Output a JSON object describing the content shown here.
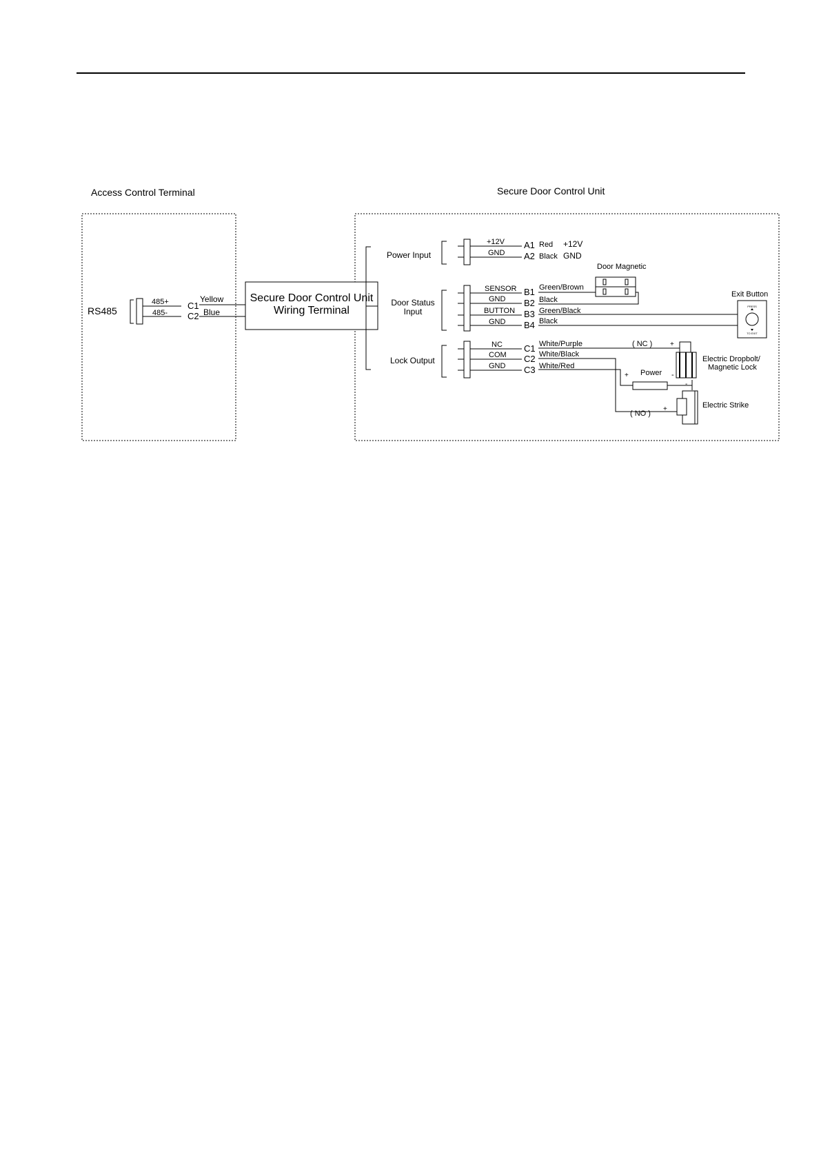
{
  "diagram": {
    "left_panel_title": "Access Control Terminal",
    "right_panel_title": "Secure Door Control Unit",
    "rs485": {
      "label": "RS485",
      "pin_plus": "485+",
      "pin_minus": "485-",
      "term_c1": "C1",
      "term_c2": "C2",
      "wire_c1": "Yellow",
      "wire_c2": "Blue"
    },
    "wiring_terminal": {
      "line1": "Secure Door Control Unit",
      "line2": "Wiring Terminal"
    },
    "power_input": {
      "label": "Power Input",
      "pin1": "+12V",
      "pin2": "GND",
      "term1": "A1",
      "term2": "A2",
      "wire1": "Red",
      "wire2": "Black",
      "dest1": "+12V",
      "dest2": "GND"
    },
    "door_status": {
      "label_line1": "Door Status",
      "label_line2": "Input",
      "pins": [
        "SENSOR",
        "GND",
        "BUTTON",
        "GND"
      ],
      "terms": [
        "B1",
        "B2",
        "B3",
        "B4"
      ],
      "wires": [
        "Green/Brown",
        "Black",
        "Green/Black",
        "Black"
      ],
      "door_magnetic": "Door Magnetic",
      "exit_button": "Exit Button",
      "exit_press": "PRESS",
      "exit_to": "TO EXIT"
    },
    "lock_output": {
      "label": "Lock Output",
      "pins": [
        "NC",
        "COM",
        "GND"
      ],
      "terms": [
        "C1",
        "C2",
        "C3"
      ],
      "wires": [
        "White/Purple",
        "White/Black",
        "White/Red"
      ],
      "nc_label": "(   NC   )",
      "no_label": "(   NO   )",
      "power_label": "Power",
      "plus": "+",
      "minus": "-",
      "dropbolt_line1": "Electric Dropbolt/",
      "dropbolt_line2": "Magnetic Lock",
      "strike": "Electric Strike"
    }
  }
}
